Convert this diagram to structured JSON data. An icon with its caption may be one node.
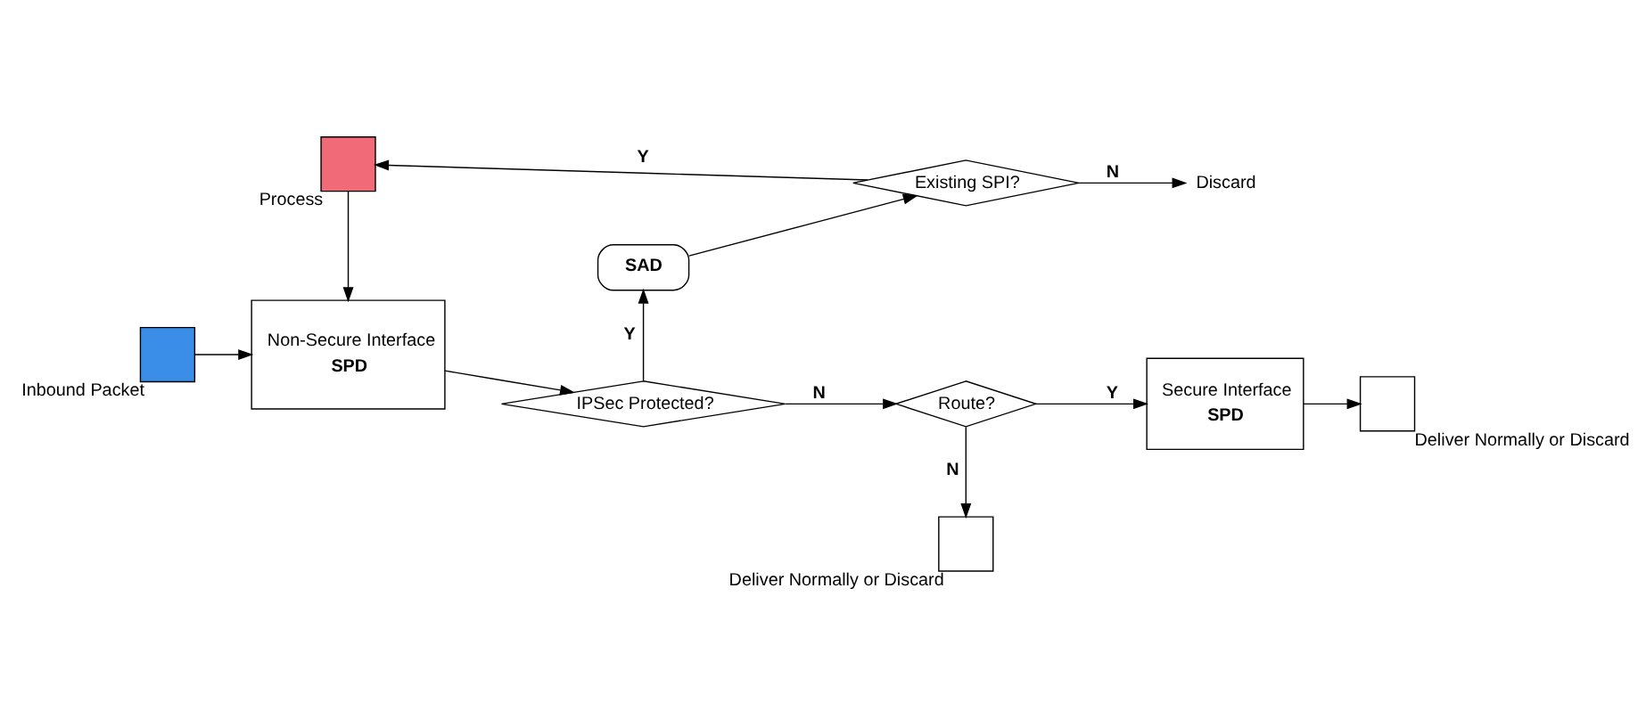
{
  "diagram": {
    "nodes": [
      {
        "text": [],
        "shape": "box",
        "beside": [
          "Inbound Packet"
        ]
      },
      {
        "text": [
          "Non-Secure Interface",
          "SPD"
        ]
      },
      {
        "text": [
          "IPSec Protected?"
        ]
      },
      {
        "text": [
          "Route?"
        ]
      },
      {
        "text": [
          "Secure Interface",
          "SPD"
        ]
      },
      {
        "text": [],
        "shape": "box",
        "beside": [
          "Deliver Normally or Discard"
        ]
      },
      {
        "text": [],
        "shape": "box",
        "beside": [
          "Deliver Normally or Discard"
        ]
      },
      {
        "text": [
          "SAD"
        ]
      },
      {
        "text": [
          "Existing SPI?"
        ]
      },
      {
        "text": [],
        "shape": "box",
        "beside": [
          "Process"
        ]
      },
      {
        "text": [
          "Discard"
        ]
      }
    ],
    "edges": [
      {
        "from": 0,
        "to": 1,
        "arrow": "to"
      },
      {
        "from": 1,
        "to": 2,
        "arrow": "to"
      },
      {
        "from": 2,
        "to": 3,
        "arrow": "to",
        "label": "N"
      },
      {
        "from": 3,
        "to": 4,
        "arrow": "to",
        "label": "Y"
      },
      {
        "from": 4,
        "to": 5,
        "arrow": "to"
      },
      {
        "from": 3,
        "to": 6,
        "arrow": "to",
        "label": "N"
      },
      {
        "from": 2,
        "to": 7,
        "arrow": "to",
        "label": "Y"
      },
      {
        "from": 7,
        "to": 8,
        "arrow": "to"
      },
      {
        "from": 8,
        "to": 9,
        "arrow": "to",
        "label": "Y"
      },
      {
        "from": 8,
        "to": 10,
        "arrow": "to",
        "label": "N"
      },
      {
        "from": 9,
        "to": 1,
        "arrow": "to"
      }
    ]
  }
}
